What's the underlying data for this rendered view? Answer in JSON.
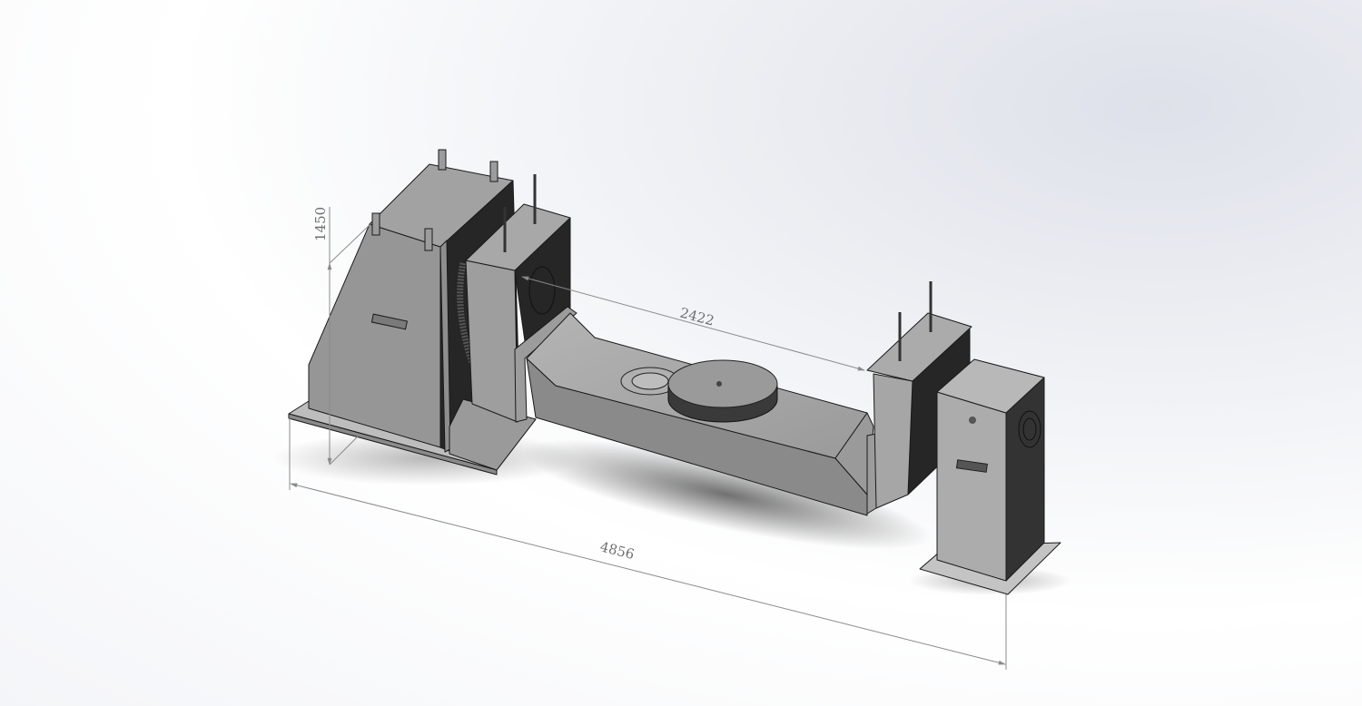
{
  "drawing": {
    "subject": "",
    "dimensions": {
      "height": "1450",
      "faceplate_distance": "2422",
      "overall_length": "4856"
    },
    "colors": {
      "steel_light": "#a9a9a9",
      "steel_mid": "#8c8c8c",
      "steel_dark": "#2b2b2b",
      "dimension": "#8a8a8a"
    }
  }
}
